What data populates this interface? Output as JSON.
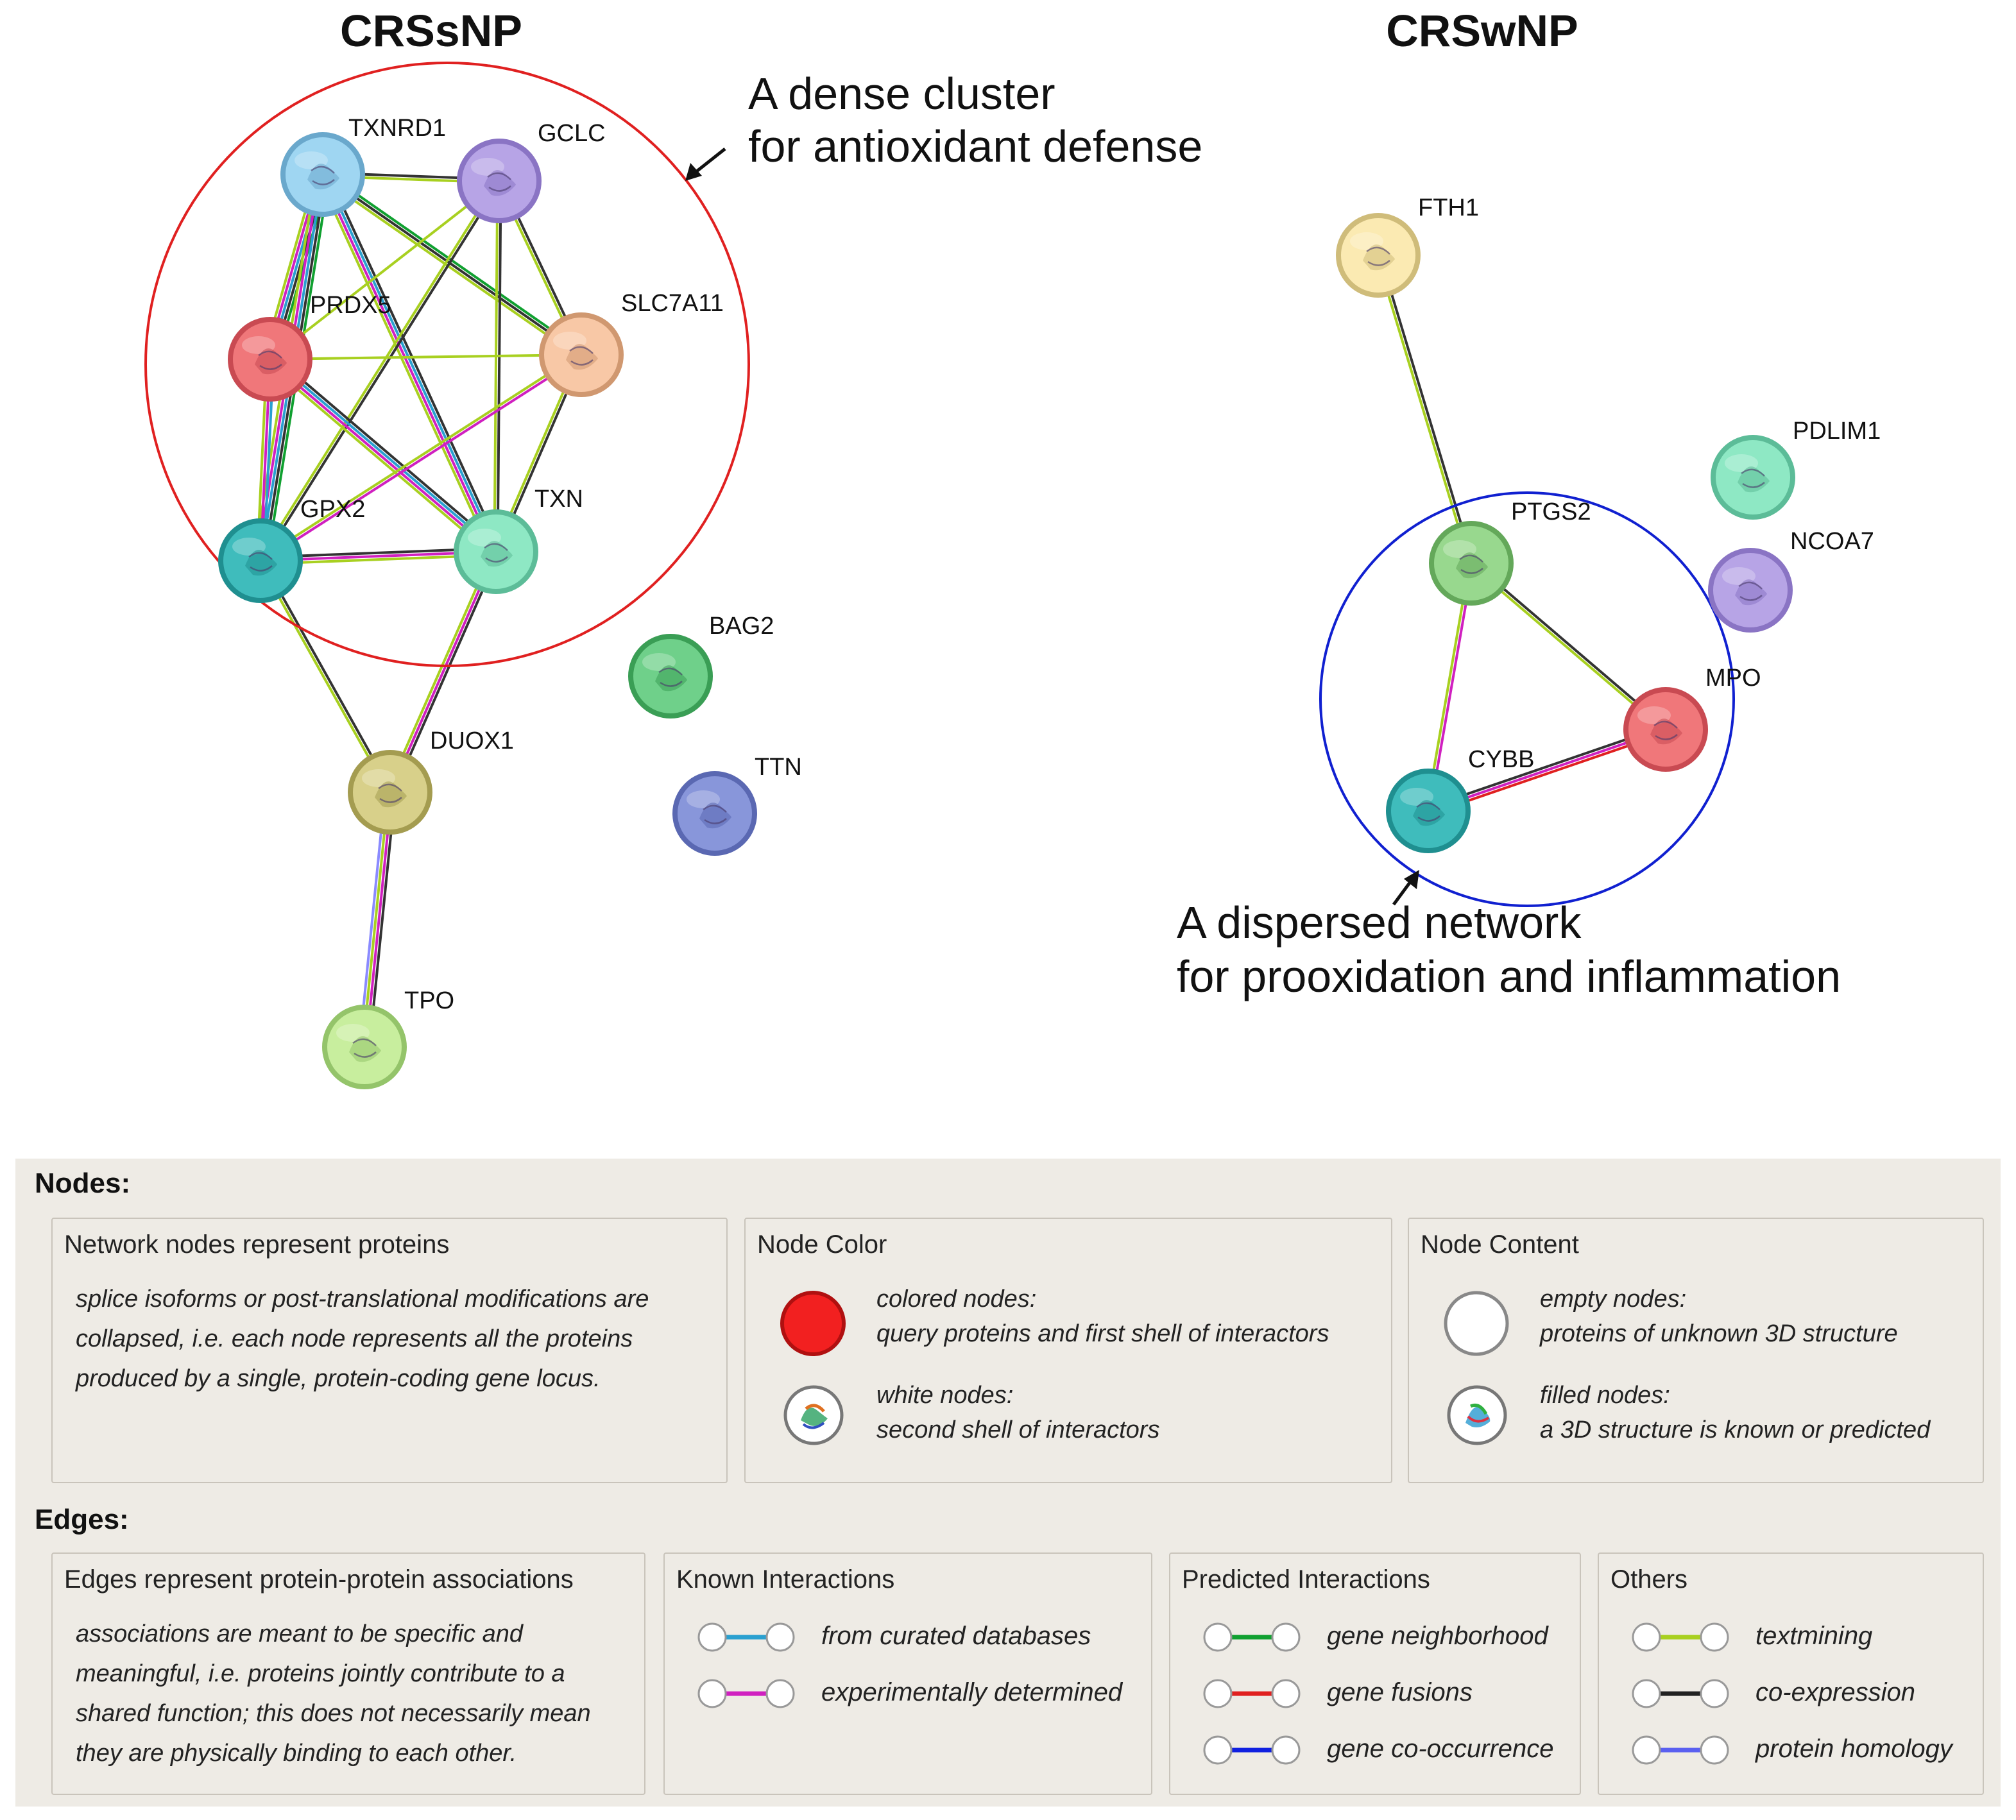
{
  "panels": {
    "left_title": "CRSsNP",
    "right_title": "CRSwNP"
  },
  "annotations": {
    "dense_line1": "A dense cluster",
    "dense_line2": "for antioxidant defense",
    "dispersed_line1": "A dispersed network",
    "dispersed_line2": "for prooxidation and inflammation"
  },
  "nodes": [
    {
      "id": "TXNRD1",
      "label": "TXNRD1",
      "color": "#9fd6f2",
      "stroke": "#6aa8cc"
    },
    {
      "id": "GCLC",
      "label": "GCLC",
      "color": "#b7a4e6",
      "stroke": "#8a74c4"
    },
    {
      "id": "PRDX5",
      "label": "PRDX5",
      "color": "#f0777a",
      "stroke": "#c94a52"
    },
    {
      "id": "SLC7A11",
      "label": "SLC7A11",
      "color": "#f8c8a6",
      "stroke": "#d09870"
    },
    {
      "id": "GPX2",
      "label": "GPX2",
      "color": "#3fbcbc",
      "stroke": "#1f8f90"
    },
    {
      "id": "TXN",
      "label": "TXN",
      "color": "#8ee8c4",
      "stroke": "#5cbc98"
    },
    {
      "id": "BAG2",
      "label": "BAG2",
      "color": "#6fd08a",
      "stroke": "#3a9e55"
    },
    {
      "id": "TTN",
      "label": "TTN",
      "color": "#8896da",
      "stroke": "#5a68b2"
    },
    {
      "id": "DUOX1",
      "label": "DUOX1",
      "color": "#d8d08a",
      "stroke": "#a49c50"
    },
    {
      "id": "TPO",
      "label": "TPO",
      "color": "#c8ee9e",
      "stroke": "#94c46a"
    },
    {
      "id": "FTH1",
      "label": "FTH1",
      "color": "#fbeab2",
      "stroke": "#cfbc7a"
    },
    {
      "id": "PDLIM1",
      "label": "PDLIM1",
      "color": "#8ee8c4",
      "stroke": "#5cbc98"
    },
    {
      "id": "NCOA7",
      "label": "NCOA7",
      "color": "#b7a4e6",
      "stroke": "#8a74c4"
    },
    {
      "id": "PTGS2",
      "label": "PTGS2",
      "color": "#98d88e",
      "stroke": "#64a85a"
    },
    {
      "id": "MPO",
      "label": "MPO",
      "color": "#f0777a",
      "stroke": "#c94a52"
    },
    {
      "id": "CYBB",
      "label": "CYBB",
      "color": "#3fbcbc",
      "stroke": "#1f8f90"
    }
  ],
  "edges": [
    {
      "from": "TXNRD1",
      "to": "GCLC",
      "types": [
        "co-expression",
        "textmining"
      ]
    },
    {
      "from": "TXNRD1",
      "to": "PRDX5",
      "types": [
        "gene-neighborhood",
        "co-expression",
        "curated",
        "experimental",
        "textmining"
      ]
    },
    {
      "from": "TXNRD1",
      "to": "SLC7A11",
      "types": [
        "gene-neighborhood",
        "co-expression",
        "textmining"
      ]
    },
    {
      "from": "TXNRD1",
      "to": "GPX2",
      "types": [
        "gene-neighborhood",
        "co-expression",
        "curated",
        "experimental",
        "textmining"
      ]
    },
    {
      "from": "TXNRD1",
      "to": "TXN",
      "types": [
        "co-expression",
        "curated",
        "experimental",
        "textmining"
      ]
    },
    {
      "from": "GCLC",
      "to": "PRDX5",
      "types": [
        "textmining"
      ]
    },
    {
      "from": "GCLC",
      "to": "SLC7A11",
      "types": [
        "co-expression",
        "textmining"
      ]
    },
    {
      "from": "GCLC",
      "to": "GPX2",
      "types": [
        "co-expression",
        "textmining"
      ]
    },
    {
      "from": "GCLC",
      "to": "TXN",
      "types": [
        "co-expression",
        "textmining"
      ]
    },
    {
      "from": "PRDX5",
      "to": "SLC7A11",
      "types": [
        "textmining"
      ]
    },
    {
      "from": "PRDX5",
      "to": "GPX2",
      "types": [
        "curated",
        "experimental",
        "textmining"
      ]
    },
    {
      "from": "PRDX5",
      "to": "TXN",
      "types": [
        "co-expression",
        "curated",
        "experimental",
        "textmining"
      ]
    },
    {
      "from": "SLC7A11",
      "to": "GPX2",
      "types": [
        "experimental",
        "textmining"
      ]
    },
    {
      "from": "SLC7A11",
      "to": "TXN",
      "types": [
        "co-expression",
        "textmining"
      ]
    },
    {
      "from": "GPX2",
      "to": "TXN",
      "types": [
        "co-expression",
        "experimental",
        "textmining"
      ]
    },
    {
      "from": "GPX2",
      "to": "DUOX1",
      "types": [
        "co-expression",
        "textmining"
      ]
    },
    {
      "from": "TXN",
      "to": "DUOX1",
      "types": [
        "co-expression",
        "experimental",
        "textmining"
      ]
    },
    {
      "from": "DUOX1",
      "to": "TPO",
      "types": [
        "co-expression",
        "experimental",
        "textmining",
        "homology"
      ]
    },
    {
      "from": "FTH1",
      "to": "PTGS2",
      "types": [
        "co-expression",
        "textmining"
      ]
    },
    {
      "from": "PTGS2",
      "to": "MPO",
      "types": [
        "co-expression",
        "textmining"
      ]
    },
    {
      "from": "PTGS2",
      "to": "CYBB",
      "types": [
        "experimental",
        "textmining"
      ]
    },
    {
      "from": "CYBB",
      "to": "MPO",
      "types": [
        "co-expression",
        "experimental",
        "gene-fusion"
      ]
    }
  ],
  "edge_colors": {
    "curated": "#2aa0d0",
    "experimental": "#d020c0",
    "gene-neighborhood": "#10a030",
    "gene-fusion": "#e02020",
    "co-occurrence": "#1020e0",
    "textmining": "#a8d020",
    "co-expression": "#333333",
    "homology": "#8a8aff"
  },
  "highlight_colors": {
    "dense_circle": "#e02020",
    "dispersed_circle": "#1020d0"
  },
  "legend": {
    "nodes_title": "Nodes:",
    "edges_title": "Edges:",
    "boxes": {
      "nodes_represent": {
        "title": "Network nodes represent proteins",
        "lines": [
          "splice isoforms or post-translational modifications are",
          "collapsed, i.e. each node represents all the proteins",
          "produced by a single, protein-coding gene locus."
        ]
      },
      "node_color": {
        "title": "Node Color",
        "items": [
          {
            "l1": "colored nodes:",
            "l2": "query proteins and first shell of interactors"
          },
          {
            "l1": "white nodes:",
            "l2": "second shell of interactors"
          }
        ]
      },
      "node_content": {
        "title": "Node Content",
        "items": [
          {
            "l1": "empty nodes:",
            "l2": "proteins of unknown 3D structure"
          },
          {
            "l1": "filled nodes:",
            "l2": "a 3D structure is known or predicted"
          }
        ]
      },
      "edges_represent": {
        "title": "Edges represent protein-protein associations",
        "lines": [
          "associations are meant to be specific and",
          "meaningful, i.e. proteins jointly contribute to a",
          "shared function; this does not necessarily mean",
          "they are physically binding to each other."
        ]
      },
      "known": {
        "title": "Known Interactions",
        "items": [
          {
            "label": "from curated databases",
            "color": "#2aa0d0"
          },
          {
            "label": "experimentally determined",
            "color": "#d020c0"
          }
        ]
      },
      "predicted": {
        "title": "Predicted Interactions",
        "items": [
          {
            "label": "gene neighborhood",
            "color": "#10a030"
          },
          {
            "label": "gene fusions",
            "color": "#e02020"
          },
          {
            "label": "gene co-occurrence",
            "color": "#1020e0"
          }
        ]
      },
      "others": {
        "title": "Others",
        "items": [
          {
            "label": "textmining",
            "color": "#a8d020"
          },
          {
            "label": "co-expression",
            "color": "#222222"
          },
          {
            "label": "protein homology",
            "color": "#5a60f0"
          }
        ]
      }
    }
  }
}
